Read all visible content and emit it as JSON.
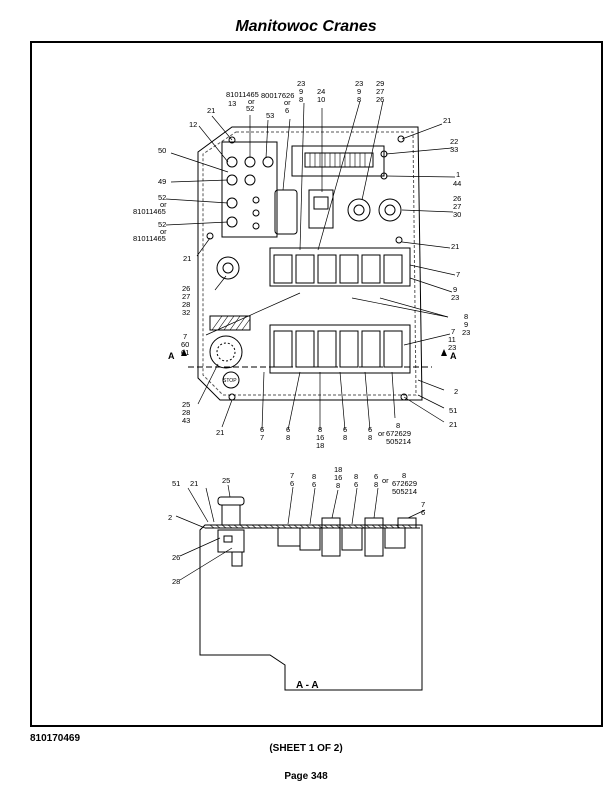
{
  "header": {
    "title": "Manitowoc Cranes"
  },
  "footer": {
    "document_number": "810170469",
    "sheet": "(SHEET 1 OF 2)",
    "page": "Page 348"
  },
  "diagram": {
    "top_view_labels": {
      "l_81011465a": "81011465",
      "l_or_a": "or",
      "l_52a": "52",
      "l_13": "13",
      "l_80017626": "80017626",
      "l_or_b": "or",
      "l_6a": "6",
      "l_23a": "23",
      "l_9a": "9",
      "l_8a": "8",
      "l_24": "24",
      "l_10": "10",
      "l_23b": "23",
      "l_9b": "9",
      "l_8b": "8",
      "l_29": "29",
      "l_27a": "27",
      "l_26a": "26",
      "l_53": "53",
      "l_21a": "21",
      "l_12": "12",
      "l_21b": "21",
      "l_22": "22",
      "l_33": "33",
      "l_50": "50",
      "l_49": "49",
      "l_1": "1",
      "l_44": "44",
      "l_52b": "52",
      "l_or_c": "or",
      "l_81011465b": "81011465",
      "l_52c": "52",
      "l_or_d": "or",
      "l_81011465c": "81011465",
      "l_26b": "26",
      "l_27b": "27",
      "l_30": "30",
      "l_21c": "21",
      "l_21d": "21",
      "l_26c": "26",
      "l_27c": "27",
      "l_28a": "28",
      "l_32": "32",
      "l_7a": "7",
      "l_9c": "9",
      "l_23c": "23",
      "l_8c": "8",
      "l_9d": "9",
      "l_23d": "23",
      "l_7b": "7",
      "l_60": "60",
      "l_61": "61",
      "l_7c": "7",
      "l_11": "11",
      "l_23e": "23",
      "l_A_left": "A",
      "l_A_right": "A",
      "l_25a": "25",
      "l_28b": "28",
      "l_43": "43",
      "l_2a": "2",
      "l_51a": "51",
      "l_21e": "21",
      "l_21f": "21",
      "l_6b": "6",
      "l_7d": "7",
      "l_6c": "6",
      "l_8d": "8",
      "l_8e": "8",
      "l_16a": "16",
      "l_18a": "18",
      "l_6d": "6",
      "l_8f": "8",
      "l_6e": "6",
      "l_8g": "8",
      "l_or_e": "or",
      "l_8h": "8",
      "l_672629a": "672629",
      "l_505214a": "505214",
      "stop": "STOP"
    },
    "section_view_labels": {
      "l_51b": "51",
      "l_21g": "21",
      "l_25b": "25",
      "l_7e": "7",
      "l_6f": "6",
      "l_8i": "8",
      "l_6g": "6",
      "l_18b": "18",
      "l_16b": "16",
      "l_8j": "8",
      "l_8k": "8",
      "l_6h": "6",
      "l_6i": "6",
      "l_8l": "8",
      "l_or_f": "or",
      "l_8m": "8",
      "l_672629b": "672629",
      "l_505214b": "505214",
      "l_7f": "7",
      "l_6j": "6",
      "l_2b": "2",
      "l_26d": "26",
      "l_28c": "28",
      "section": "A - A"
    }
  }
}
